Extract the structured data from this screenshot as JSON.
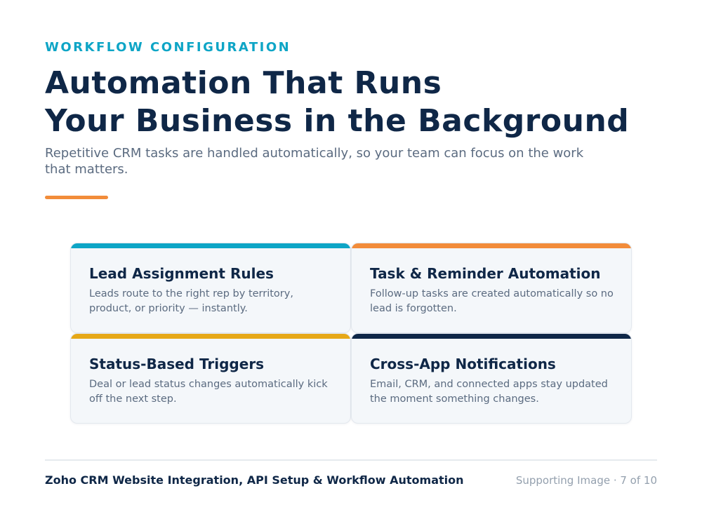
{
  "header": {
    "eyebrow": "WORKFLOW CONFIGURATION",
    "title_line1": "Automation That Runs",
    "title_line2": "Your Business in the Background",
    "subtitle": "Repetitive CRM tasks are handled automatically, so your team can focus on the work that matters."
  },
  "colors": {
    "eyebrow": "#0ea5c6",
    "title": "#0f2747",
    "accent_rule": "#f28c3a"
  },
  "cards": [
    {
      "title": "Lead Assignment Rules",
      "body": "Leads route to the right rep by territory, product, or priority — instantly.",
      "accent": "#0ea5c6"
    },
    {
      "title": "Task & Reminder Automation",
      "body": "Follow-up tasks are created automatically so no lead is forgotten.",
      "accent": "#f28c3a"
    },
    {
      "title": "Status-Based Triggers",
      "body": "Deal or lead status changes automatically kick off the next step.",
      "accent": "#e6a817"
    },
    {
      "title": "Cross-App Notifications",
      "body": "Email, CRM, and connected apps stay updated the moment something changes.",
      "accent": "#0f2747"
    }
  ],
  "footer": {
    "left": "Zoho CRM Website Integration, API Setup & Workflow Automation",
    "right": "Supporting Image · 7 of 10"
  }
}
